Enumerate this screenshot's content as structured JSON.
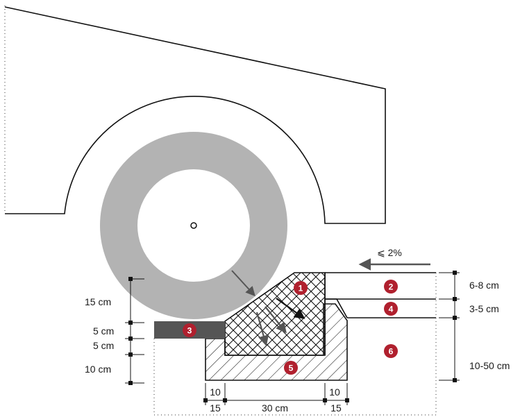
{
  "colors": {
    "line": "#111111",
    "tire": "#b3b3b3",
    "badge": "#b0202e",
    "arrow": "#555555",
    "layer3": "#555555",
    "dotted": "#333333"
  },
  "slope": {
    "label": "⩽ 2%"
  },
  "markers": [
    "1",
    "2",
    "3",
    "4",
    "5",
    "6"
  ],
  "left_dimensions": [
    "15 cm",
    "5 cm",
    "5 cm",
    "10 cm"
  ],
  "right_dimensions": [
    "6-8 cm",
    "3-5 cm",
    "10-50 cm"
  ],
  "bottom_dimensions": {
    "upper_left": "10",
    "upper_right": "10",
    "lower_left": "15",
    "center": "30 cm",
    "lower_right": "15"
  }
}
